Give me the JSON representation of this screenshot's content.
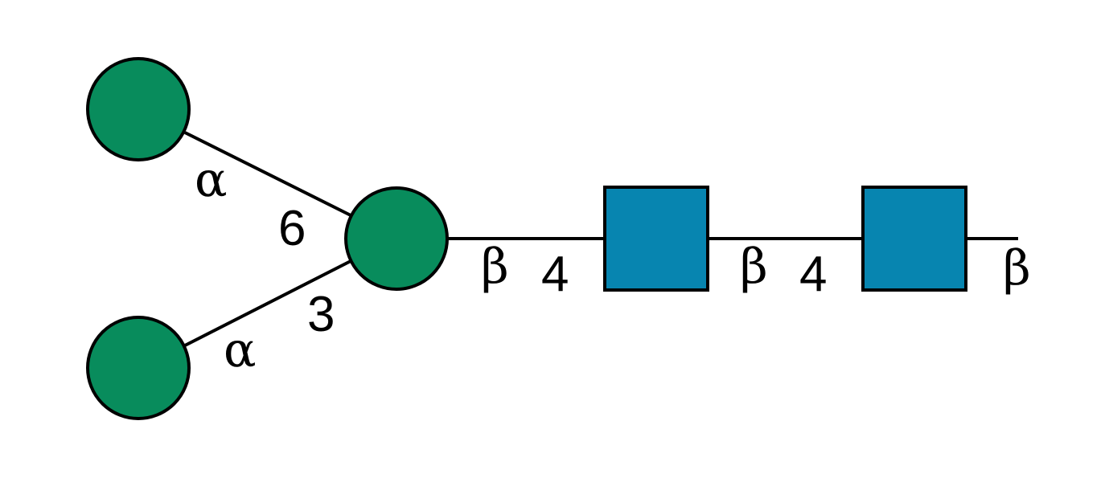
{
  "colors": {
    "mannose": "#088c5c",
    "glcnac": "#0785b0",
    "stroke": "#000000"
  },
  "residues": [
    {
      "id": "man-a6",
      "type": "mannose",
      "shape": "circle"
    },
    {
      "id": "man-a3",
      "type": "mannose",
      "shape": "circle"
    },
    {
      "id": "man-core",
      "type": "mannose",
      "shape": "circle"
    },
    {
      "id": "glcnac-2",
      "type": "glcnac",
      "shape": "square"
    },
    {
      "id": "glcnac-1",
      "type": "glcnac",
      "shape": "square"
    }
  ],
  "linkages": {
    "a6_anomer": "α",
    "a6_position": "6",
    "a3_anomer": "α",
    "a3_position": "3",
    "core_anomer": "β",
    "core_position": "4",
    "glcnac2_anomer": "β",
    "glcnac2_position": "4",
    "reducing_anomer": "β"
  }
}
